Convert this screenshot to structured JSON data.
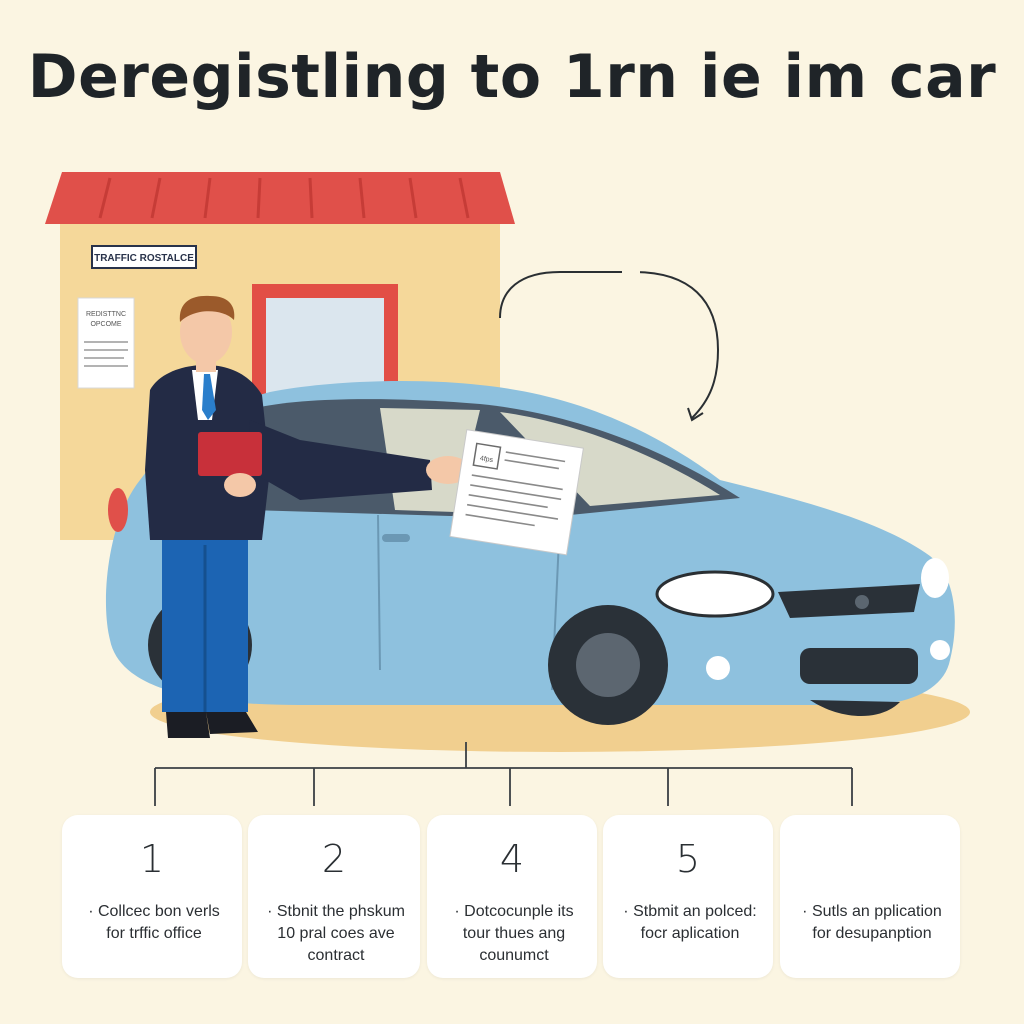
{
  "title": "Deregistling to 1rn ie im car",
  "building": {
    "sign": "TRAFFIC ROSTALCE",
    "notice_line1": "REDISTTNC",
    "notice_line2": "OPCOME"
  },
  "document_stamp": "4fps",
  "colors": {
    "background": "#fbf5e2",
    "roof": "#e0504a",
    "wall": "#f5d89a",
    "car": "#8ec1de",
    "suit": "#232b45",
    "pants": "#1c64b3",
    "folder": "#c8303a"
  },
  "steps": [
    {
      "number": "1",
      "text": "· Collcec bon verls\nfor trffic office"
    },
    {
      "number": "2",
      "text": "· Stbnit the phskum\n10 pral coes ave\ncontract"
    },
    {
      "number": "4",
      "text": "· Dotcocunple its\ntour thues ang\ncounumct"
    },
    {
      "number": "5",
      "text": "· Stbmit an polced:\nfocr aplication"
    },
    {
      "number": "",
      "text": "· Sutls an pplication\nfor desupanption"
    }
  ]
}
